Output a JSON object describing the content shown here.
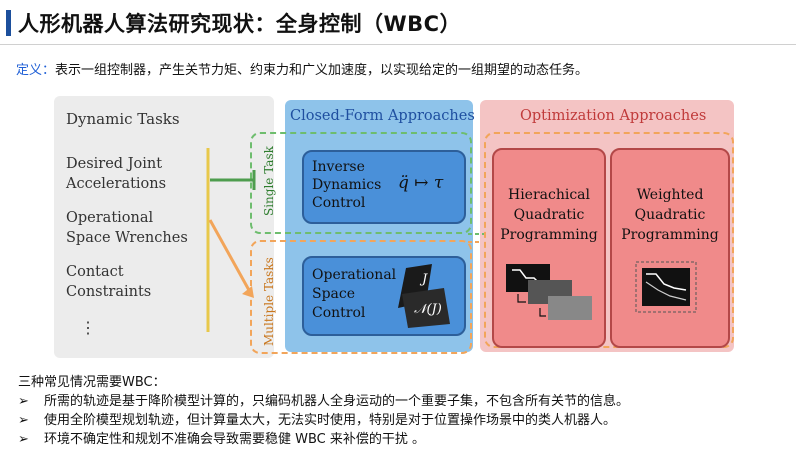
{
  "header": {
    "title": "人形机器人算法研究现状：全身控制（WBC）"
  },
  "definition": {
    "label": "定义：",
    "text": "表示一组控制器，产生关节力矩、约束力和广义加速度，以实现给定的一组期望的动态任务。"
  },
  "diagram": {
    "dynamic_tasks": {
      "title": "Dynamic Tasks",
      "items": [
        [
          "Desired Joint",
          "Accelerations"
        ],
        [
          "Operational",
          "Space Wrenches"
        ],
        [
          "Contact",
          "Constraints"
        ]
      ],
      "ellipsis": "⋮"
    },
    "closed_form": {
      "title": "Closed-Form Approaches",
      "single_task_label": "Single Task",
      "multiple_tasks_label": "Multiple Tasks",
      "inverse_dynamics": [
        "Inverse",
        "Dynamics",
        "Control"
      ],
      "inverse_dynamics_formula": "q̈ ↦ τ",
      "operational_space": [
        "Operational",
        "Space",
        "Control"
      ],
      "jacobian_label": "J",
      "nullspace_label": "𝒩(J)"
    },
    "optimization": {
      "title": "Optimization Approaches",
      "hierarchical": [
        "Hierachical",
        "Quadratic",
        "Programming"
      ],
      "weighted": [
        "Weighted",
        "Quadratic",
        "Programming"
      ]
    },
    "colors": {
      "green_dash": "#6ebd6e",
      "orange_dash": "#f2a55a",
      "blue_panel": "#8ec3ea",
      "red_panel": "#f4c4c4"
    }
  },
  "bullets": {
    "intro": "三种常见情况需要WBC：",
    "marker": "➢",
    "items": [
      "所需的轨迹是基于降阶模型计算的，只编码机器人全身运动的一个重要子集，不包含所有关节的信息。",
      "使用全阶模型规划轨迹，但计算量太大，无法实时使用，特别是对于位置操作场景中的类人机器人。",
      "环境不确定性和规划不准确会导致需要稳健 WBC 来补偿的干扰 。"
    ]
  }
}
